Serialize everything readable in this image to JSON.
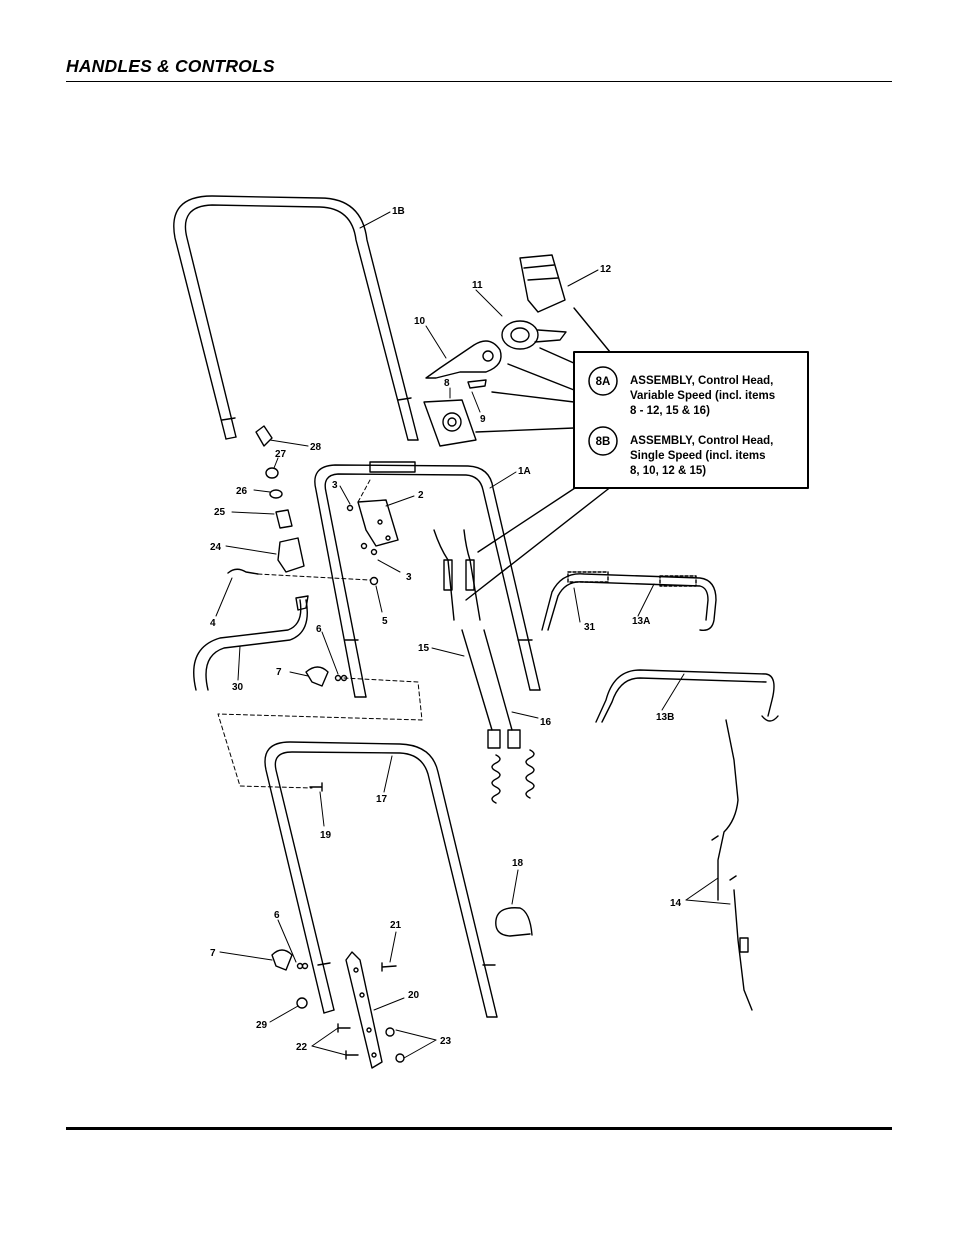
{
  "header": {
    "title": "HANDLES & CONTROLS"
  },
  "legend": {
    "items": [
      {
        "code": "8A",
        "lines": [
          "ASSEMBLY, Control Head,",
          "Variable Speed (incl. items",
          "8 - 12, 15 & 16)"
        ]
      },
      {
        "code": "8B",
        "lines": [
          "ASSEMBLY, Control Head,",
          "Single Speed (incl. items",
          "8, 10, 12 & 15)"
        ]
      }
    ]
  },
  "callouts": {
    "c1B": "1B",
    "c12": "12",
    "c11": "11",
    "c10": "10",
    "c8": "8",
    "c9": "9",
    "c28": "28",
    "c27": "27",
    "c26": "26",
    "c25": "25",
    "c24": "24",
    "c3a": "3",
    "c2": "2",
    "c1A": "1A",
    "c3b": "3",
    "c4": "4",
    "c5": "5",
    "c6a": "6",
    "c7a": "7",
    "c30": "30",
    "c15": "15",
    "c16": "16",
    "c31": "31",
    "c13A": "13A",
    "c13B": "13B",
    "c17": "17",
    "c19": "19",
    "c18": "18",
    "c14": "14",
    "c6b": "6",
    "c7b": "7",
    "c21": "21",
    "c20": "20",
    "c29": "29",
    "c22": "22",
    "c23": "23"
  }
}
